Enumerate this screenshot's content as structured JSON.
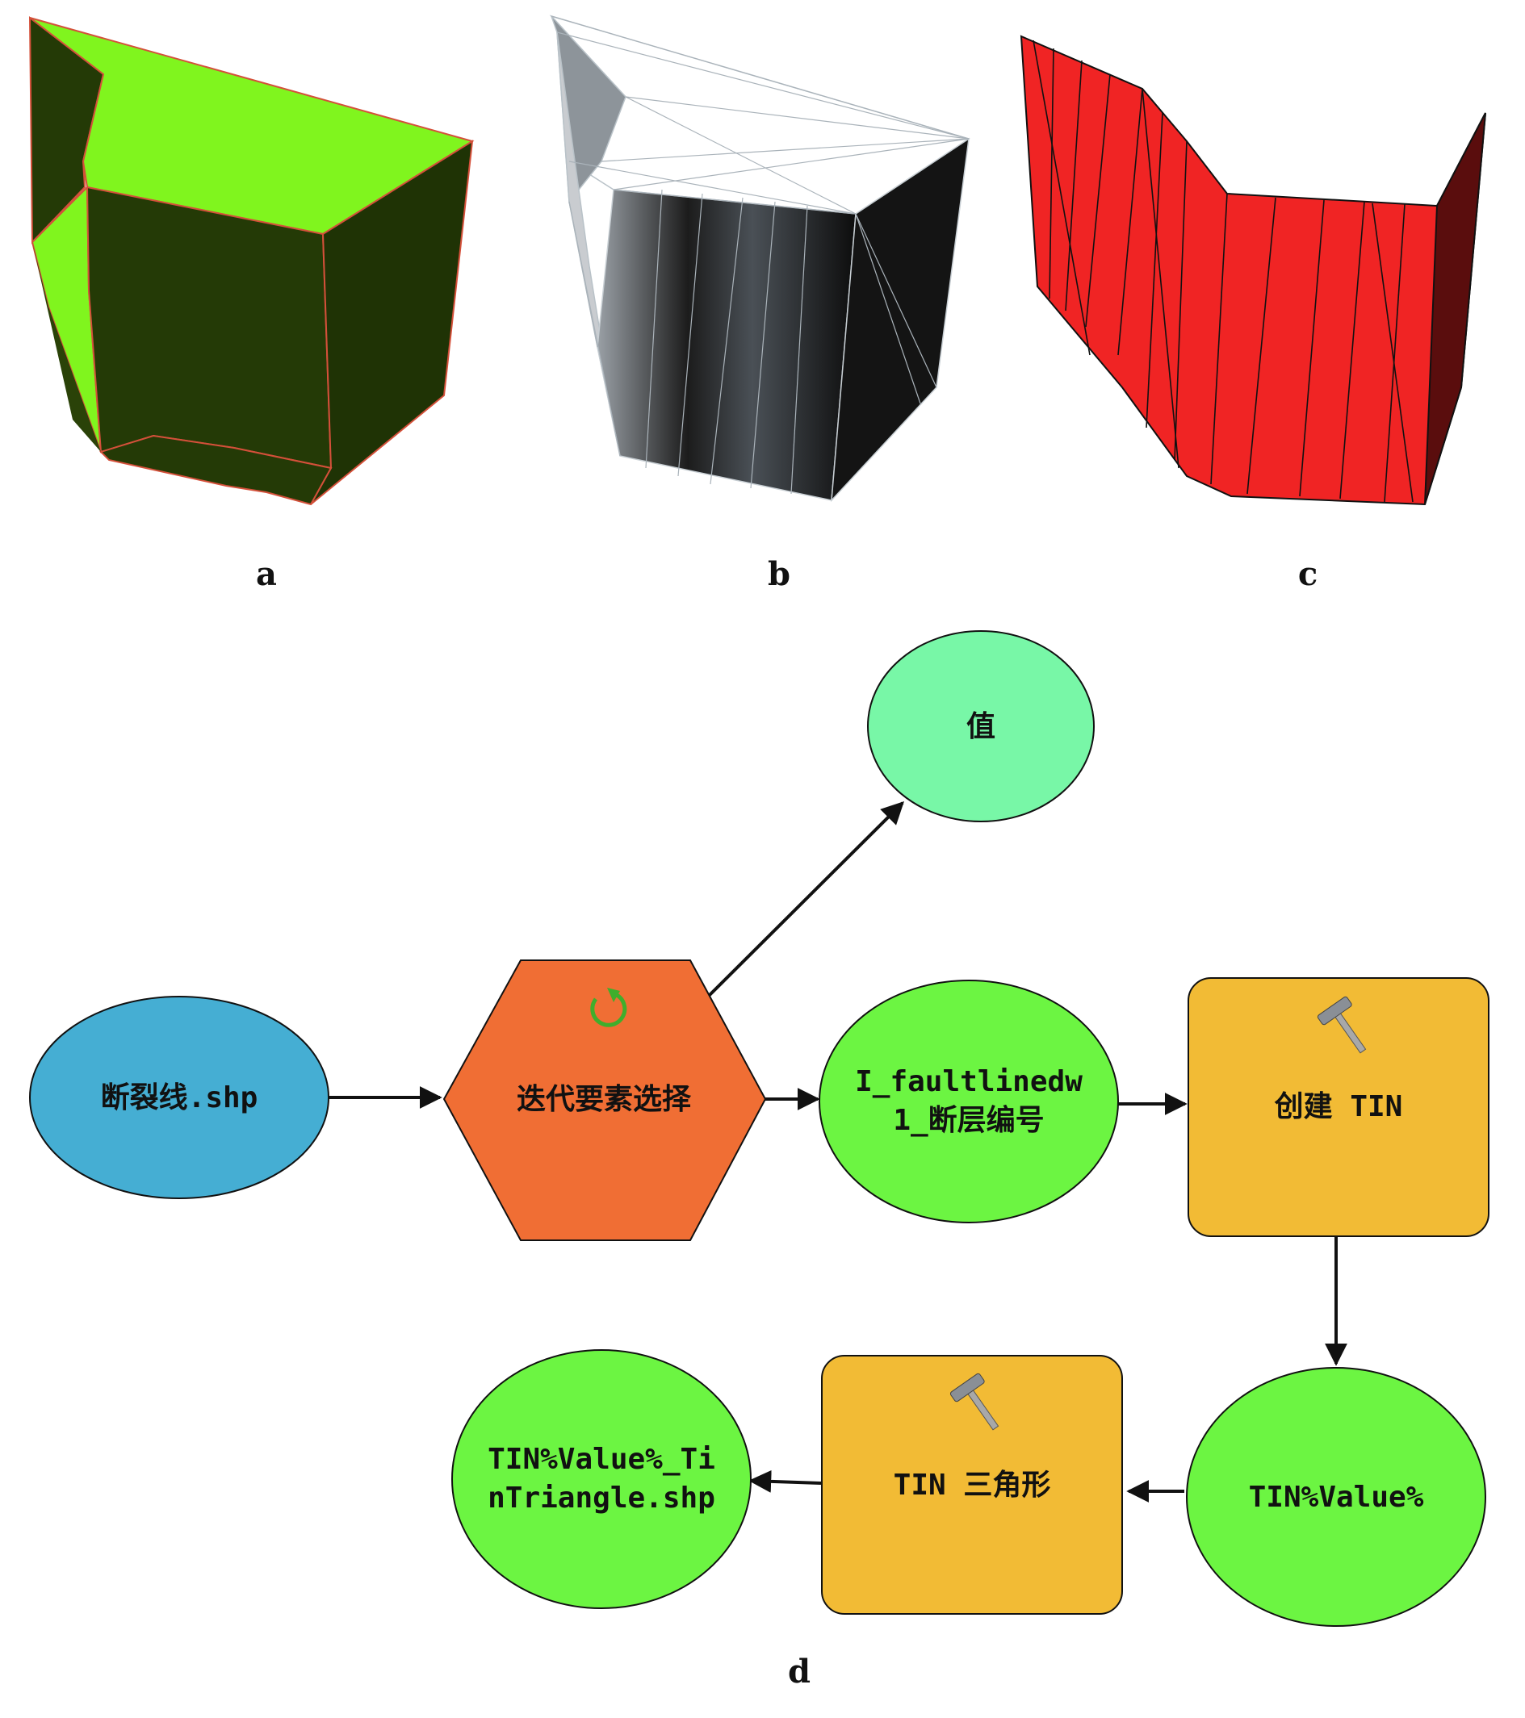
{
  "panel_labels": {
    "a": "a",
    "b": "b",
    "c": "c",
    "d": "d"
  },
  "colors": {
    "input_blue": "#45aed3",
    "iterator_orange": "#f06e34",
    "output_value": "#78f7a7",
    "variable_green": "#6cf542",
    "tool_gold": "#f2bb35",
    "panel_a_top": "#80f51e",
    "panel_a_side": "#243a06",
    "panel_c_red": "#f02424"
  },
  "nodes": {
    "input": {
      "label": "断裂线.shp"
    },
    "iterator": {
      "label": "迭代要素选择",
      "icon": "iterate-icon"
    },
    "value": {
      "label": "值"
    },
    "feature": {
      "line1": "I_faultlinedw",
      "line2": "1_断层编号"
    },
    "create_tin": {
      "label": "创建 TIN",
      "icon": "hammer-icon"
    },
    "tin_value": {
      "label": "TIN%Value%"
    },
    "tin_triangle": {
      "label": "TIN 三角形",
      "icon": "hammer-icon"
    },
    "output": {
      "line1": "TIN%Value%_Ti",
      "line2": "nTriangle.shp"
    }
  }
}
